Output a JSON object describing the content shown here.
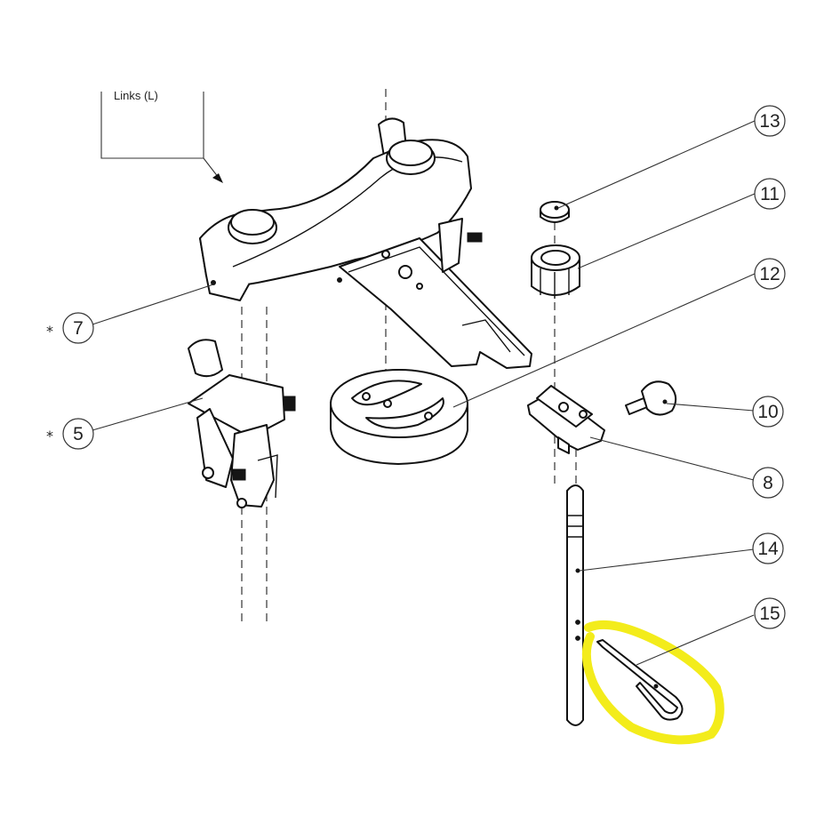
{
  "note": {
    "text": "Links (L)"
  },
  "callouts": [
    {
      "id": "13",
      "label": "13",
      "starred": false
    },
    {
      "id": "11",
      "label": "11",
      "starred": false
    },
    {
      "id": "12",
      "label": "12",
      "starred": false
    },
    {
      "id": "7",
      "label": "7",
      "starred": true
    },
    {
      "id": "10",
      "label": "10",
      "starred": false
    },
    {
      "id": "5",
      "label": "5",
      "starred": true
    },
    {
      "id": "8",
      "label": "8",
      "starred": false
    },
    {
      "id": "14",
      "label": "14",
      "starred": false
    },
    {
      "id": "15",
      "label": "15",
      "starred": false
    }
  ],
  "star_symbol": "*",
  "colors": {
    "line": "#111111",
    "highlight": "#f3ec1b",
    "background": "#ffffff"
  },
  "highlighted_part": "15"
}
